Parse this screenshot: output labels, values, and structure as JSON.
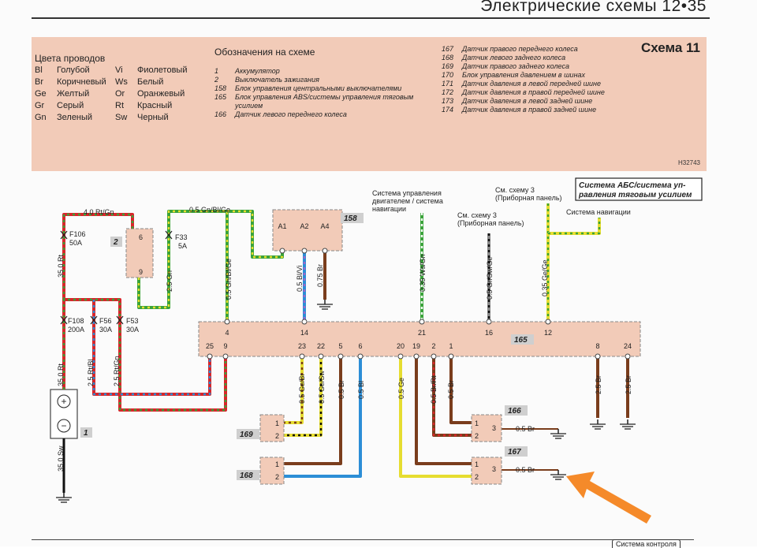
{
  "header": {
    "title": "Электрические схемы",
    "page": "12•35"
  },
  "legend": {
    "schema": "Схема 11",
    "code": "H32743",
    "colors_title": "Цвета проводов",
    "colors": [
      {
        "k": "Bl",
        "v": "Голубой"
      },
      {
        "k": "Br",
        "v": "Коричневый"
      },
      {
        "k": "Ge",
        "v": "Желтый"
      },
      {
        "k": "Gr",
        "v": "Серый"
      },
      {
        "k": "Gn",
        "v": "Зеленый"
      },
      {
        "k": "Vi",
        "v": "Фиолетовый"
      },
      {
        "k": "Ws",
        "v": "Белый"
      },
      {
        "k": "Or",
        "v": "Оранжевый"
      },
      {
        "k": "Rt",
        "v": "Красный"
      },
      {
        "k": "Sw",
        "v": "Черный"
      }
    ],
    "notation_title": "Обозначения на схеме",
    "notation": [
      {
        "n": "1",
        "v": "Аккумулятор"
      },
      {
        "n": "2",
        "v": "Выключатель зажигания"
      },
      {
        "n": "158",
        "v": "Блок управления центральными выключателями"
      },
      {
        "n": "165",
        "v": "Блок управления ABS/системы управления тяговым"
      },
      {
        "n": "",
        "v": "усилием"
      },
      {
        "n": "166",
        "v": "Датчик левого переднего колеса"
      },
      {
        "n": "167",
        "v": "Датчик правого переднего колеса"
      },
      {
        "n": "168",
        "v": "Датчик левого заднего колеса"
      },
      {
        "n": "169",
        "v": "Датчик правого заднего колеса"
      },
      {
        "n": "170",
        "v": "Блок управления давлением в шинах"
      },
      {
        "n": "171",
        "v": "Датчик давления в левой передней шине"
      },
      {
        "n": "172",
        "v": "Датчик давления в правой передней шине"
      },
      {
        "n": "173",
        "v": "Датчик давления в левой задней шине"
      },
      {
        "n": "174",
        "v": "Датчик давления в правой задней шине"
      }
    ]
  },
  "diagram": {
    "system_box": [
      "Система АБС/система уп-",
      "равления тяговым усилием"
    ],
    "engine": [
      "Система управления",
      "двигателем / система",
      "навигации"
    ],
    "nav": "Система навигации",
    "see3a": [
      "См. схему 3",
      "(Приборная панель)"
    ],
    "see3b": [
      "См. схему 3",
      "(Приборная панель)"
    ],
    "labels": {
      "c1": "1",
      "c2": "2",
      "c158": "158",
      "c165": "165",
      "c166": "166",
      "c167": "167",
      "c168": "168",
      "c169": "169",
      "f106": "F106",
      "f106a": "50A",
      "f33": "F33",
      "f33a": "5A",
      "f108": "F108",
      "f108a": "200A",
      "f56": "F56",
      "f56a": "30A",
      "f53": "F53",
      "f53a": "30A",
      "w_rtgn_top": "4.0 Rt/Gn",
      "w_gnblge": "0.5 Gn/Bl/Ge",
      "w_35rt": "35.0 Rt",
      "w_25gn": "2.5 Gn",
      "w_05gnblge": "0.5 Gn/Bl/Ge",
      "w_05blvi": "0.5 Bl/Vi",
      "w_075br": "0.75 Br",
      "w_035wsgn": "0.35 Ws/Gn",
      "w_05grswge": "0.5 Gr/Sw/Ge",
      "w_035gege": "0.35 Ge/Ge",
      "w_35rt2": "35.0 Rt",
      "w_25rtbl": "2.5 Rt/Bl",
      "w_25rtgn": "2.5 Rt/Gn",
      "w_05gebr": "0.5 Ge/Br",
      "w_05gesw": "0.5 Ge/Sw",
      "w_05br5": "0.5 Br",
      "w_05bl6": "0.5 Bl",
      "w_05ge20": "0.5 Ge",
      "w_05brrt": "0.5 Br/Rt",
      "w_05br1": "0.5 Br",
      "w_25br8": "2.5 Br",
      "w_25br24": "2.5 Br",
      "w_05br166": "0.5 Br",
      "w_05br167": "0.5 Br",
      "w_35sw": "35.0 Sw",
      "pA1": "A1",
      "pA2": "A2",
      "pA4": "A4",
      "p4": "4",
      "p14": "14",
      "p21": "21",
      "p16": "16",
      "p12": "12",
      "p25": "25",
      "p9": "9",
      "p23": "23",
      "p22": "22",
      "p5": "5",
      "p6": "6",
      "p20": "20",
      "p19": "19",
      "p2": "2",
      "p1": "1",
      "p8": "8",
      "p24": "24",
      "s6": "6",
      "s9": "9",
      "k1a": "1",
      "k2a": "2",
      "k3a": "3",
      "k1b": "1",
      "k2b": "2",
      "k3b": "3",
      "k1c": "1",
      "k2c": "2",
      "k1d": "1",
      "k2d": "2"
    }
  },
  "footer": {
    "box": "Система контроля"
  }
}
